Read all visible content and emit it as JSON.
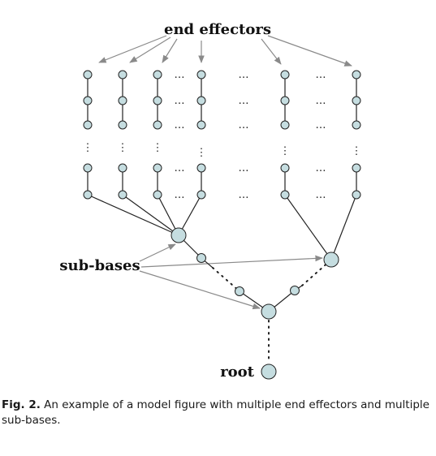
{
  "labels": {
    "end_effectors": "end effectors",
    "sub_bases": "sub-bases",
    "root": "root"
  },
  "ellipsis": {
    "horizontal": "…",
    "vertical": "⋮"
  },
  "caption": {
    "fig_number": "Fig. 2.",
    "text": " An example of a model figure with multiple end effectors and multiple sub-bases."
  },
  "colors": {
    "node_fill": "#c5dde0",
    "node_stroke": "#222222",
    "arrow": "#888888",
    "edge": "#222222"
  }
}
